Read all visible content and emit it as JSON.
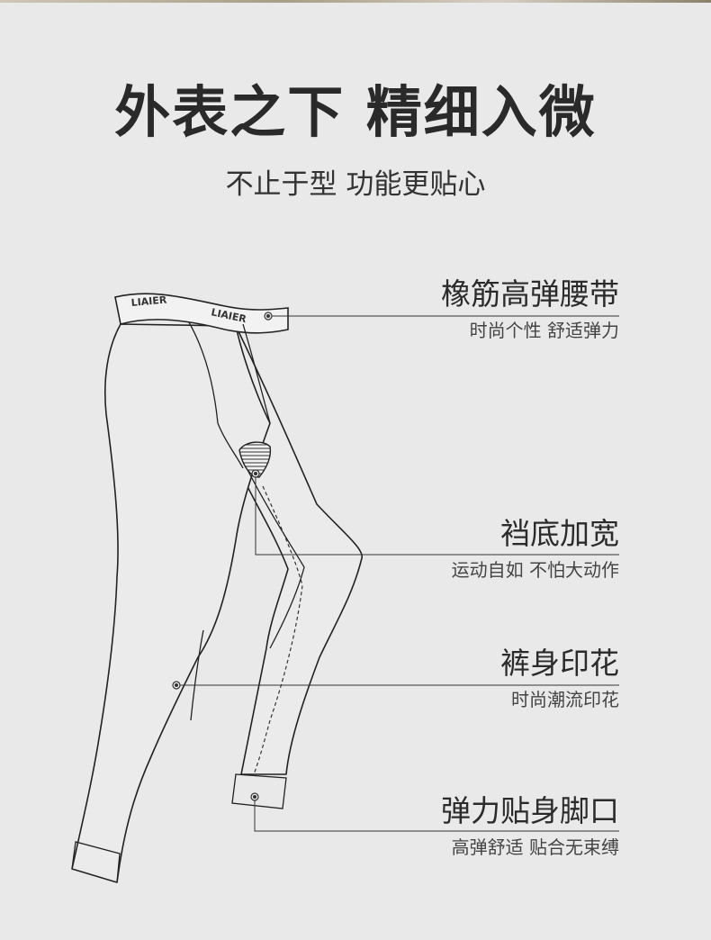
{
  "title": "外表之下 精细入微",
  "subtitle": "不止于型 功能更贴心",
  "brand_label": "LIAIER",
  "features": [
    {
      "heading": "橡筋高弹腰带",
      "sub": "时尚个性 舒适弹力"
    },
    {
      "heading": "裆底加宽",
      "sub": "运动自如 不怕大动作"
    },
    {
      "heading": "裤身印花",
      "sub": "时尚潮流印花"
    },
    {
      "heading": "弹力贴身脚口",
      "sub": "高弹舒适 贴合无束缚"
    }
  ]
}
